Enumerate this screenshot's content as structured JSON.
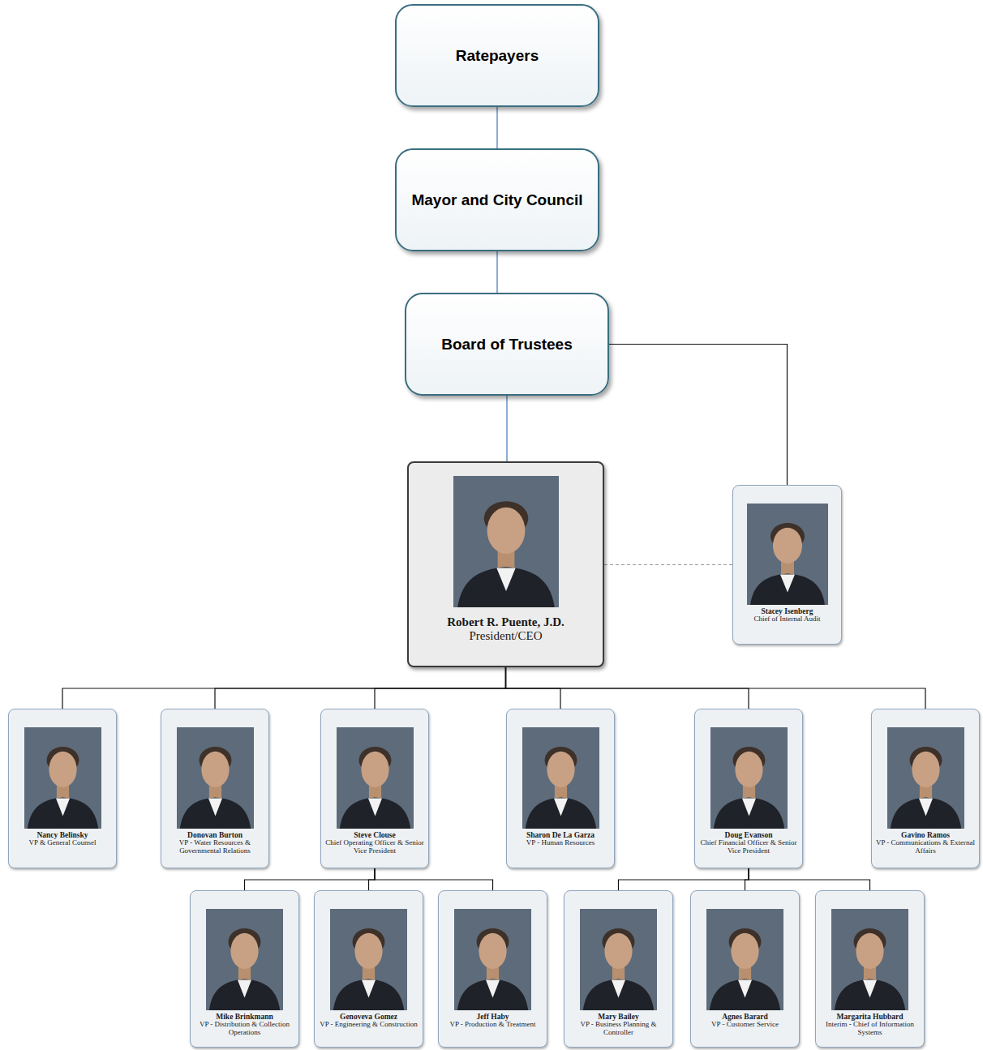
{
  "diagram": {
    "nodes": [
      {
        "text": [
          "Ratepayers"
        ]
      },
      {
        "text": [
          "Mayor and City Council"
        ]
      },
      {
        "text": [
          "Board of Trustees"
        ]
      },
      {
        "text": [
          "Robert R. Puente, J.D.",
          "President/CEO"
        ]
      },
      {
        "text": [
          "Stacey Isenberg",
          "Chief of Internal Audit"
        ]
      },
      {
        "text": [
          "Nancy Belinsky",
          "VP & General Counsel"
        ]
      },
      {
        "text": [
          "Donovan Burton",
          "VP - Water Resources & Governmental Relations"
        ]
      },
      {
        "text": [
          "Steve Clouse",
          "Chief Operating Officer & Senior Vice President"
        ]
      },
      {
        "text": [
          "Sharon De La Garza",
          "VP - Human Resources"
        ]
      },
      {
        "text": [
          "Doug Evanson",
          "Chief Financial Officer & Senior Vice President"
        ]
      },
      {
        "text": [
          "Gavino Ramos",
          "VP - Communications & External Affairs"
        ]
      },
      {
        "text": [
          "Mike Brinkmann",
          "VP - Distribution & Collection Operations"
        ]
      },
      {
        "text": [
          "Genoveva Gomez",
          "VP - Engineering & Construction"
        ]
      },
      {
        "text": [
          "Jeff Haby",
          "VP - Production & Treatment"
        ]
      },
      {
        "text": [
          "Mary Bailey",
          "VP - Business Planning & Controller"
        ]
      },
      {
        "text": [
          "Agnes Barard",
          "VP - Customer Service"
        ]
      },
      {
        "text": [
          "Margarita Hubbard",
          "Interim - Chief of Information Systems"
        ]
      }
    ],
    "edges": [
      {
        "from": 0,
        "to": 1,
        "arrow": "none"
      },
      {
        "from": 1,
        "to": 2,
        "arrow": "none"
      },
      {
        "from": 2,
        "to": 3,
        "arrow": "none"
      },
      {
        "from": 2,
        "to": 4,
        "arrow": "none"
      },
      {
        "from": 3,
        "to": 4,
        "arrow": "none"
      },
      {
        "from": 3,
        "to": 5,
        "arrow": "none"
      },
      {
        "from": 3,
        "to": 6,
        "arrow": "none"
      },
      {
        "from": 3,
        "to": 7,
        "arrow": "none"
      },
      {
        "from": 3,
        "to": 8,
        "arrow": "none"
      },
      {
        "from": 3,
        "to": 9,
        "arrow": "none"
      },
      {
        "from": 3,
        "to": 10,
        "arrow": "none"
      },
      {
        "from": 7,
        "to": 11,
        "arrow": "none"
      },
      {
        "from": 7,
        "to": 12,
        "arrow": "none"
      },
      {
        "from": 7,
        "to": 13,
        "arrow": "none"
      },
      {
        "from": 9,
        "to": 14,
        "arrow": "none"
      },
      {
        "from": 9,
        "to": 15,
        "arrow": "none"
      },
      {
        "from": 9,
        "to": 16,
        "arrow": "none"
      }
    ]
  }
}
